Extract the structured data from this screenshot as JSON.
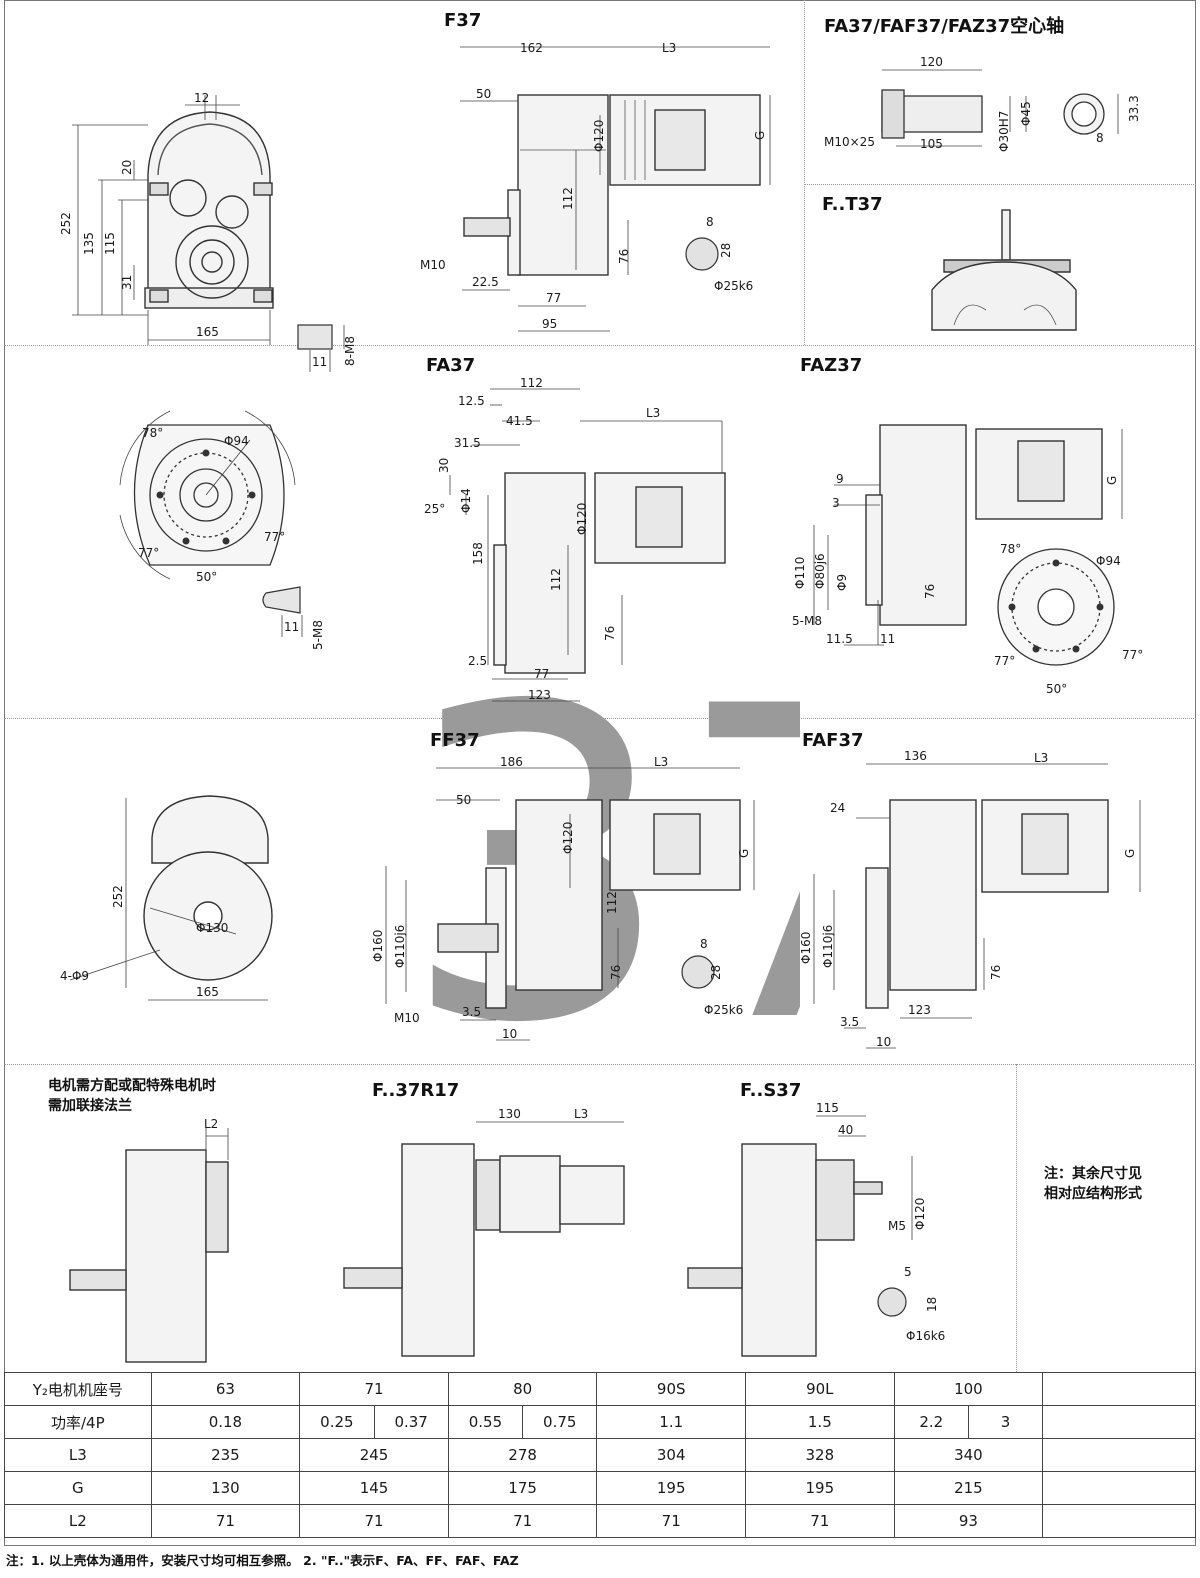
{
  "titles": {
    "f37": "F37",
    "fa_hollow": "FA37/FAF37/FAZ37空心轴",
    "ft37": "F..T37",
    "fa37": "FA37",
    "faz37": "FAZ37",
    "ff37": "FF37",
    "faf37": "FAF37",
    "r17": "F..37R17",
    "s37": "F..S37"
  },
  "watermark": "37",
  "notes": {
    "flange_line1": "电机需方配或配特殊电机时",
    "flange_line2": "需加联接法兰",
    "remark_line1": "注：其余尺寸见",
    "remark_line2": "相对应结构形式"
  },
  "dims": {
    "front": [
      "12",
      "252",
      "135",
      "115",
      "20",
      "31",
      "165",
      "11",
      "8-M8"
    ],
    "flange_view": [
      "78°",
      "Φ94",
      "77°",
      "77°",
      "50°",
      "11",
      "5-M8"
    ],
    "f37": [
      "162",
      "L3",
      "50",
      "Φ120",
      "G",
      "112",
      "M10",
      "76",
      "22.5",
      "77",
      "95",
      "8",
      "28",
      "Φ25k6"
    ],
    "hollow": [
      "120",
      "M10×25",
      "Φ30H7",
      "Φ45",
      "105",
      "33.3",
      "8"
    ],
    "fa37": [
      "112",
      "12.5",
      "41.5",
      "L3",
      "31.5",
      "30",
      "25°",
      "Φ14",
      "Φ120",
      "158",
      "112",
      "76",
      "2.5",
      "77",
      "123"
    ],
    "faz37": [
      "G",
      "9",
      "3",
      "Φ110",
      "Φ80j6",
      "Φ9",
      "5-M8",
      "11.5",
      "11",
      "76",
      "78°",
      "Φ94",
      "77°",
      "77°",
      "50°"
    ],
    "ff_front": [
      "252",
      "Φ130",
      "4-Φ9",
      "165"
    ],
    "ff37": [
      "186",
      "L3",
      "50",
      "Φ120",
      "G",
      "Φ160",
      "Φ110j6",
      "112",
      "76",
      "M10",
      "3.5",
      "10",
      "8",
      "28",
      "Φ25k6"
    ],
    "faf37": [
      "136",
      "L3",
      "24",
      "G",
      "Φ160",
      "Φ110j6",
      "76",
      "123",
      "3.5",
      "10"
    ],
    "l2view": [
      "L2"
    ],
    "r17": [
      "130",
      "L3"
    ],
    "s37": [
      "115",
      "40",
      "Φ120",
      "M5",
      "5",
      "18",
      "Φ16k6"
    ]
  },
  "table": {
    "rows": [
      [
        "Y₂电机机座号",
        "63",
        "71",
        "80",
        "90S",
        "90L",
        "100",
        ""
      ],
      [
        "功率/4P",
        "0.18",
        "0.25",
        "0.37",
        "0.55",
        "0.75",
        "1.1",
        "1.5",
        "2.2",
        "3",
        ""
      ],
      [
        "L3",
        "235",
        "245",
        "278",
        "304",
        "328",
        "340",
        ""
      ],
      [
        "G",
        "130",
        "145",
        "175",
        "195",
        "195",
        "215",
        ""
      ],
      [
        "L2",
        "71",
        "71",
        "71",
        "71",
        "71",
        "93",
        ""
      ]
    ]
  },
  "footnote": "注：1. 以上壳体为通用件，安装尺寸均可相互参照。   2. \"F..\"表示F、FA、FF、FAF、FAZ"
}
